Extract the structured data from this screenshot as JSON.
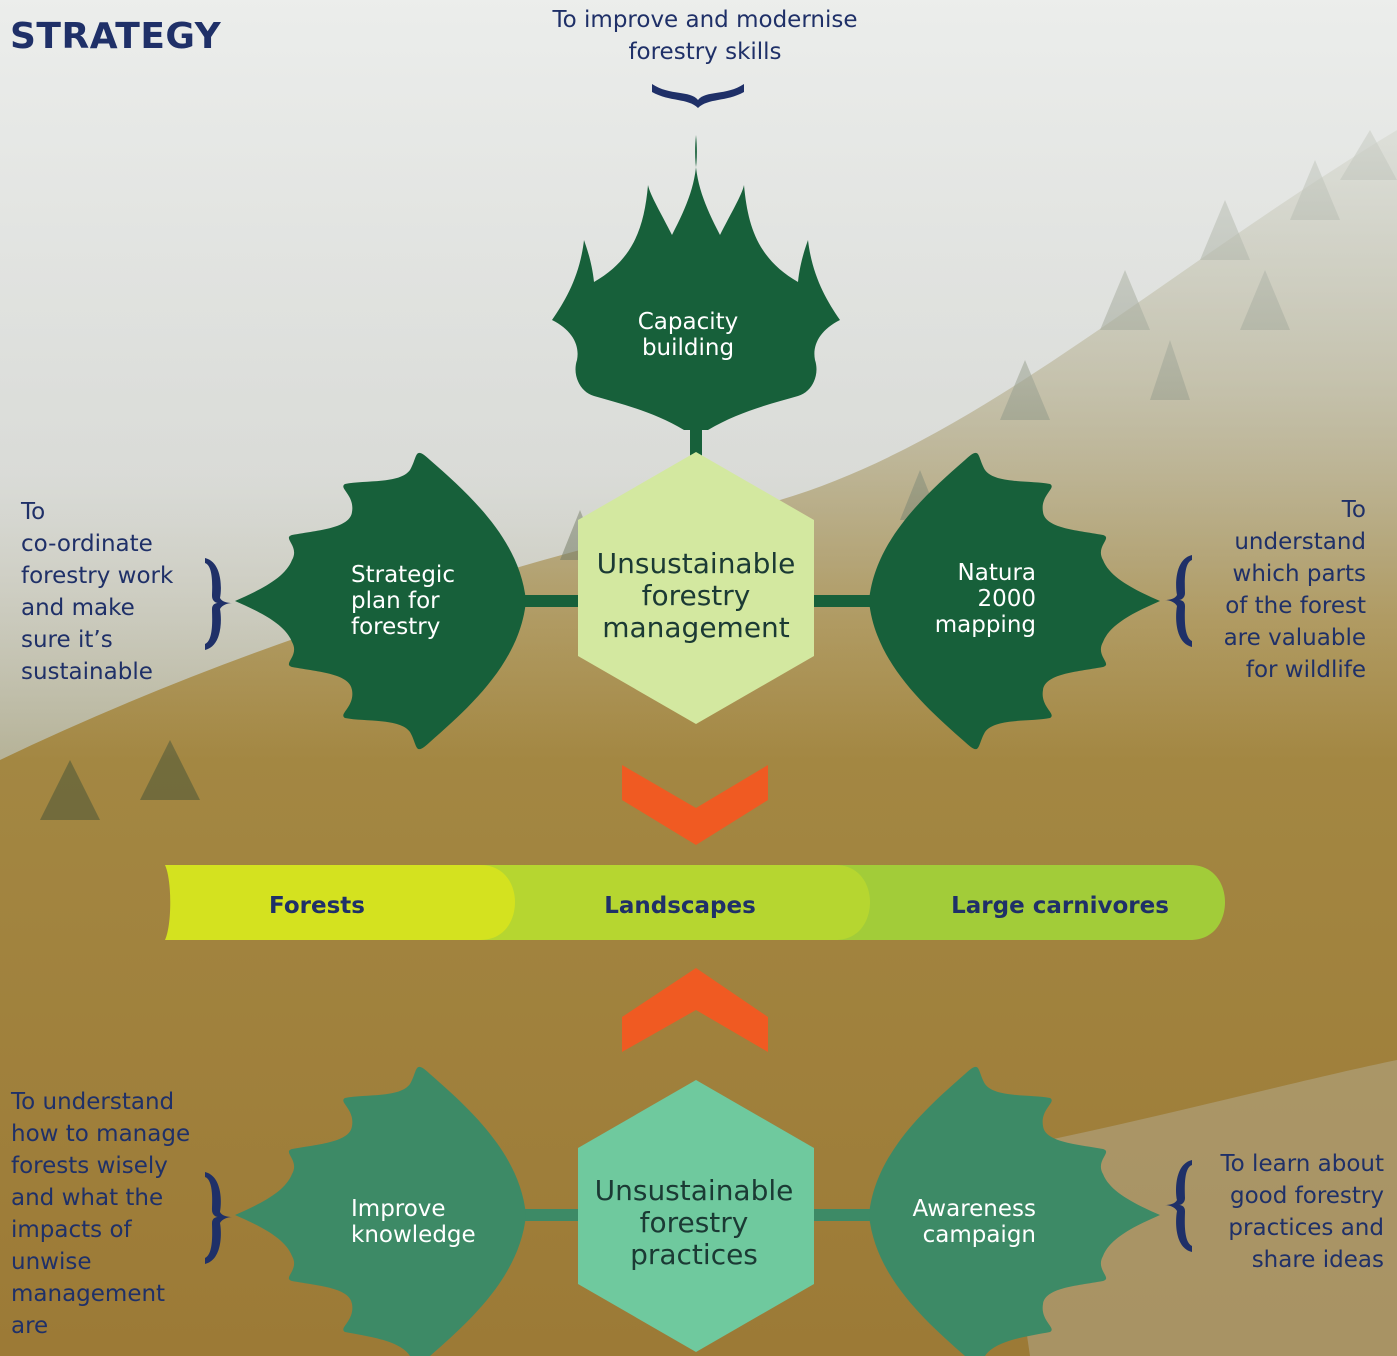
{
  "title": "STRATEGY",
  "colors": {
    "dark_leaf": "#17603a",
    "mid_leaf": "#3d8a66",
    "hex_top": "#d3e8a0",
    "hex_bottom": "#6fc99e",
    "arrow": "#f05a22",
    "navy": "#1f3068"
  },
  "top_section": {
    "hexagon": "Unsustainable\nforestry\nmanagement",
    "leaves": {
      "top": "Capacity\nbuilding",
      "left": "Strategic\nplan for\nforestry",
      "right": "Natura\n2000\nmapping"
    },
    "notes": {
      "top": "To improve and modernise\nforestry skills",
      "left": "To\nco-ordinate\nforestry work\nand make\nsure it’s\nsustainable",
      "right": "To\nunderstand\nwhich parts\nof the forest\nare valuable\nfor wildlife"
    }
  },
  "band": {
    "segments": [
      "Forests",
      "Landscapes",
      "Large carnivores"
    ]
  },
  "bottom_section": {
    "hexagon": "Unsustainable\nforestry\npractices",
    "leaves": {
      "left": "Improve\nknowledge",
      "right": "Awareness\ncampaign"
    },
    "notes": {
      "left": "To understand\nhow to manage\nforests wisely\nand what the\nimpacts of\nunwise\nmanagement\nare",
      "right": "To learn about\ngood forestry\npractices and\nshare ideas"
    }
  }
}
